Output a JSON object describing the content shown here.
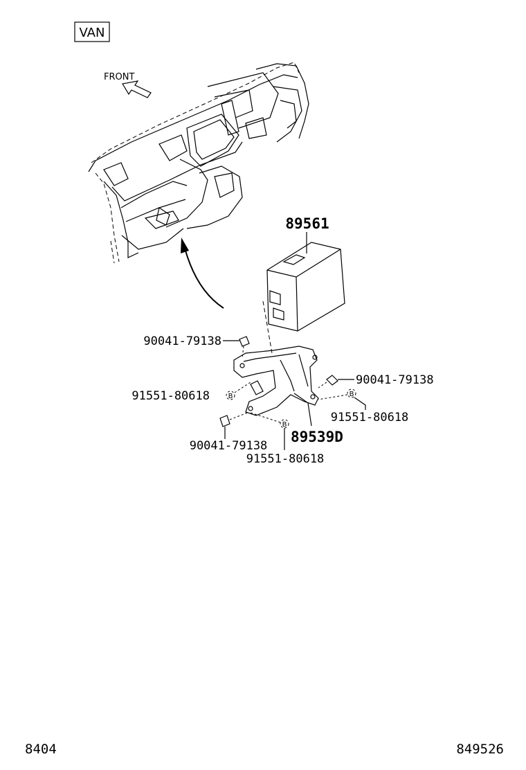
{
  "variant_box": "VAN",
  "direction_label": "FRONT",
  "parts": {
    "computer": "89561",
    "bracket": "89539D",
    "nut_top_left": "90041-79138",
    "nut_right": "90041-79138",
    "nut_bottom": "90041-79138",
    "bolt_left": "91551-80618",
    "bolt_right": "91551-80618",
    "bolt_bottom": "91551-80618"
  },
  "bolt_marker": "B",
  "footer": {
    "left_code": "8404",
    "right_code": "849526"
  }
}
